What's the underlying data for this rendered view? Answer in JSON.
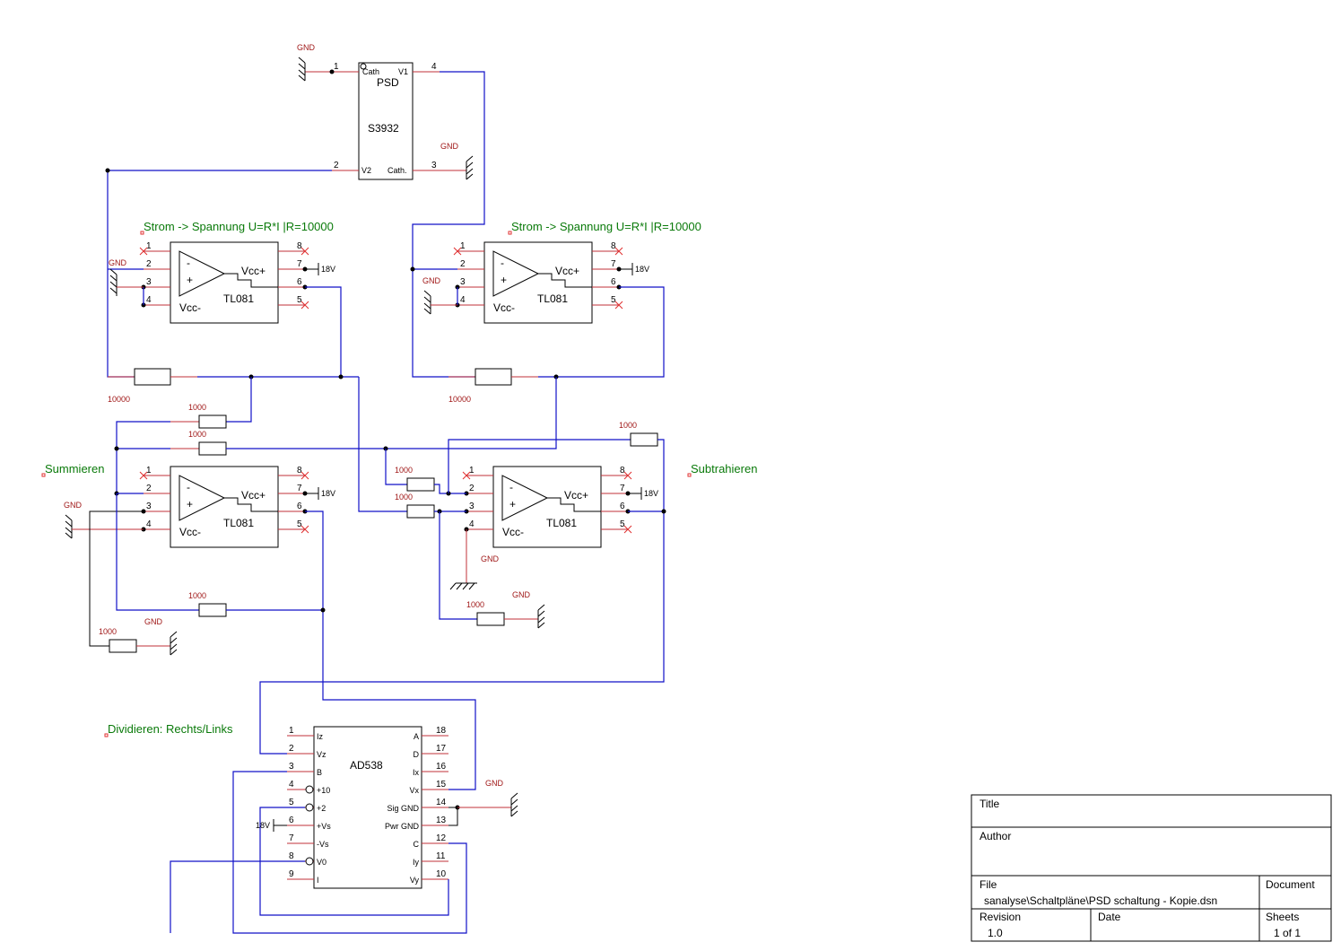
{
  "diagram": {
    "gnd_label": "GND",
    "v18_label": "18V",
    "psd": {
      "title": "PSD",
      "part": "S3932",
      "pins": {
        "cath1": "Cath",
        "v1": "V1",
        "v2": "V2",
        "cath2": "Cath."
      },
      "pin_numbers": [
        "1",
        "4",
        "2",
        "3"
      ]
    },
    "opamp_part": "TL081",
    "opamp_vccp": "Vcc+",
    "opamp_vccm": "Vcc-",
    "opamp_minus": "-",
    "opamp_plus": "+",
    "opamp_pins": [
      "1",
      "2",
      "3",
      "4",
      "8",
      "7",
      "6",
      "5"
    ],
    "notes": {
      "strom_left": "Strom -> Spannung U=R*I |R=10000",
      "strom_right": "Strom -> Spannung U=R*I |R=10000",
      "summieren": "Summieren",
      "subtrahieren": "Subtrahieren",
      "dividieren": "Dividieren: Rechts/Links"
    },
    "resistor_values": {
      "r10000": "10000",
      "r1000": "1000"
    },
    "ad538": {
      "title": "AD538",
      "left_pins": [
        {
          "num": "1",
          "name": "Iz"
        },
        {
          "num": "2",
          "name": "Vz"
        },
        {
          "num": "3",
          "name": "B"
        },
        {
          "num": "4",
          "name": "+10"
        },
        {
          "num": "5",
          "name": "+2"
        },
        {
          "num": "6",
          "name": "+Vs"
        },
        {
          "num": "7",
          "name": "-Vs"
        },
        {
          "num": "8",
          "name": "V0"
        },
        {
          "num": "9",
          "name": "I"
        }
      ],
      "right_pins": [
        {
          "num": "18",
          "name": "A"
        },
        {
          "num": "17",
          "name": "D"
        },
        {
          "num": "16",
          "name": "Ix"
        },
        {
          "num": "15",
          "name": "Vx"
        },
        {
          "num": "14",
          "name": "Sig GND"
        },
        {
          "num": "13",
          "name": "Pwr GND"
        },
        {
          "num": "12",
          "name": "C"
        },
        {
          "num": "11",
          "name": "Iy"
        },
        {
          "num": "10",
          "name": "Vy"
        }
      ]
    }
  },
  "title_block": {
    "title_label": "Title",
    "title_value": "",
    "author_label": "Author",
    "author_value": "",
    "file_label": "File",
    "file_value": "sanalyse\\Schaltpläne\\PSD schaltung - Kopie.dsn",
    "document_label": "Document",
    "document_value": "",
    "revision_label": "Revision",
    "revision_value": "1.0",
    "date_label": "Date",
    "date_value": "",
    "sheets_label": "Sheets",
    "sheets_value": "1 of 1"
  }
}
